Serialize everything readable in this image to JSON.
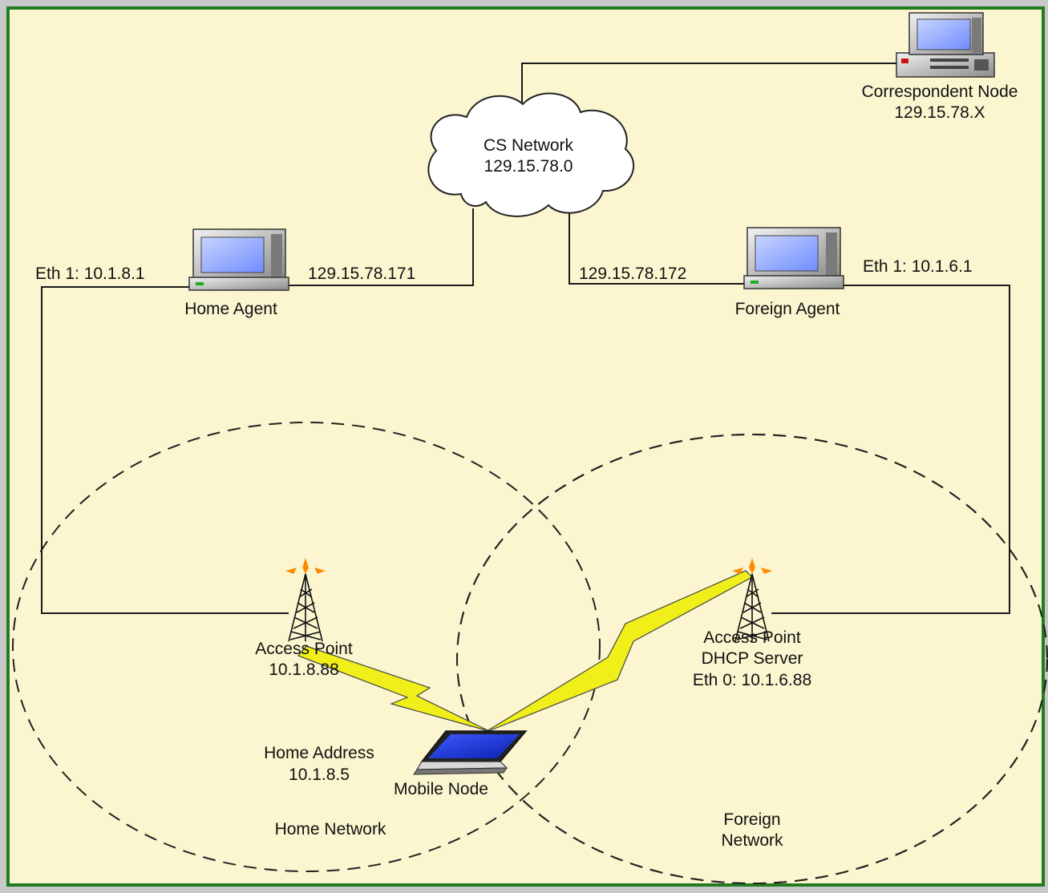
{
  "colors": {
    "background": "#fbf6cf",
    "frame": "#1f7d1f",
    "home_network_fill": "#fdfbe8",
    "screen": "#8fa8ff",
    "bolt": "#f0ef1a",
    "antenna_tip": "#ff8a00"
  },
  "cloud": {
    "title": "CS Network",
    "address": "129.15.78.0"
  },
  "correspondent": {
    "name": "Correspondent Node",
    "address": "129.15.78.X"
  },
  "home_agent": {
    "name": "Home Agent",
    "eth1": "Eth 1: 10.1.8.1",
    "external_ip": "129.15.78.171"
  },
  "foreign_agent": {
    "name": "Foreign Agent",
    "eth1": "Eth 1: 10.1.6.1",
    "external_ip": "129.15.78.172"
  },
  "home_ap": {
    "name": "Access Point",
    "address": "10.1.8.88"
  },
  "foreign_ap": {
    "name": "Access Point",
    "role": "DHCP Server",
    "eth0": "Eth 0: 10.1.6.88"
  },
  "mobile_node": {
    "name": "Mobile Node",
    "home_address_label": "Home Address",
    "home_address": "10.1.8.5"
  },
  "networks": {
    "home": "Home Network",
    "foreign_line1": "Foreign",
    "foreign_line2": "Network"
  },
  "icons": [
    "cloud-icon",
    "desktop-computer-icon",
    "server-computer-icon",
    "antenna-tower-icon",
    "laptop-icon",
    "lightning-bolt-icon"
  ]
}
